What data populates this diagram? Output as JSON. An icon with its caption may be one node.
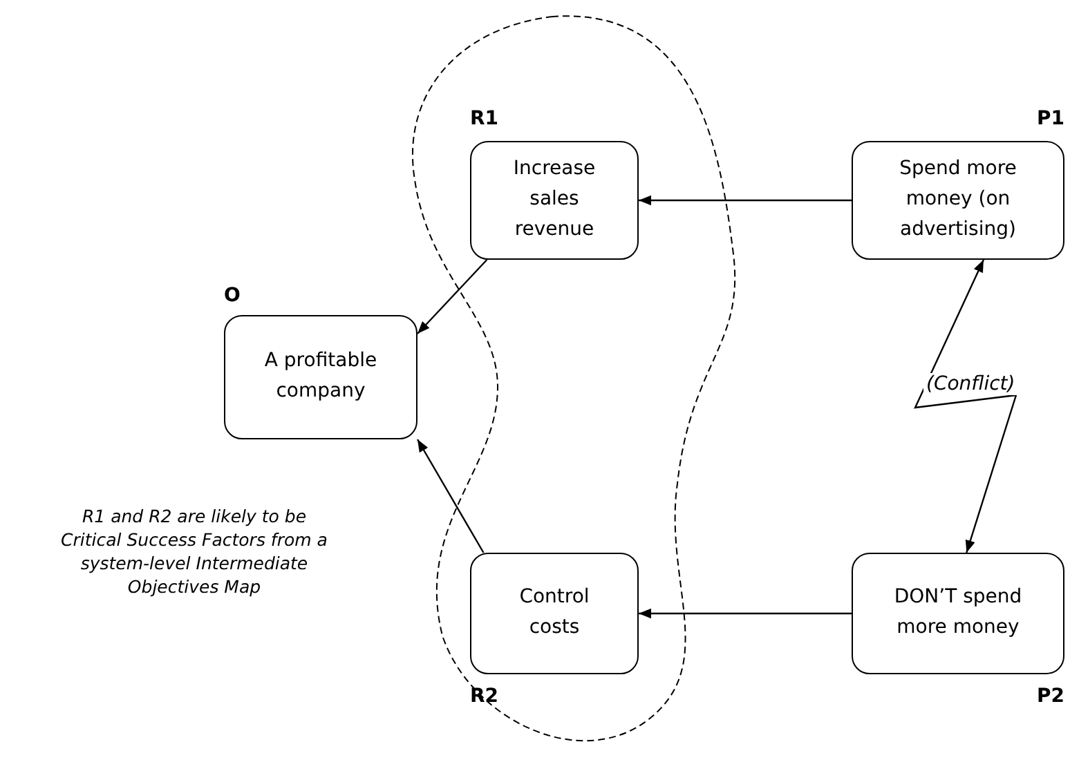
{
  "diagram": {
    "nodes": [
      {
        "text": [
          "O",
          "A profitable company"
        ]
      },
      {
        "text": [
          "R1",
          "Increase sales revenue"
        ]
      },
      {
        "text": [
          "P1",
          "Spend more money (on advertising)"
        ]
      },
      {
        "text": [
          "Control costs",
          "R2"
        ]
      },
      {
        "text": [
          "DON’T spend more money",
          "P2"
        ]
      }
    ],
    "edges": [
      {
        "from": 2,
        "to": 1,
        "arrow": "to"
      },
      {
        "from": 1,
        "to": 0,
        "arrow": "to"
      },
      {
        "from": 3,
        "to": 0,
        "arrow": "to"
      },
      {
        "from": 4,
        "to": 3,
        "arrow": "to"
      },
      {
        "from": 2,
        "to": 4,
        "arrow": "both",
        "label": "(Conflict)"
      }
    ],
    "labels": [
      "R1 and R2 are likely to be Critical Success Factors from a system-level Intermediate Objectives Map"
    ]
  }
}
